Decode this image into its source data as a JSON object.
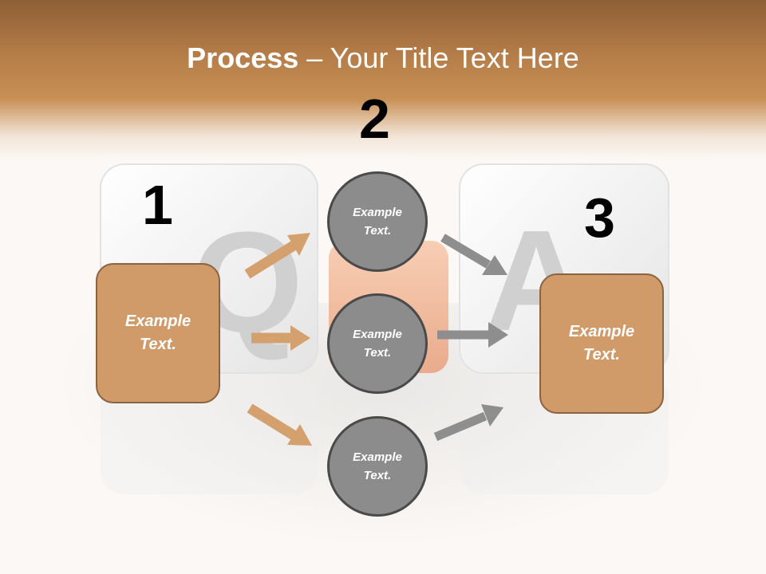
{
  "title": {
    "bold": "Process",
    "rest": " – Your Title Text Here"
  },
  "steps": [
    {
      "number": "1"
    },
    {
      "number": "2"
    },
    {
      "number": "3"
    }
  ],
  "left_box": {
    "line1": "Example",
    "line2": "Text."
  },
  "right_box": {
    "line1": "Example",
    "line2": "Text."
  },
  "circles": [
    {
      "line1": "Example",
      "line2": "Text."
    },
    {
      "line1": "Example",
      "line2": "Text."
    },
    {
      "line1": "Example",
      "line2": "Text."
    }
  ],
  "dice": {
    "left_letter": "Q",
    "right_letter": "A"
  },
  "colors": {
    "box_fill": "#d09b68",
    "circle_fill": "#8c8c8c",
    "orange_arrow": "#d4a06e",
    "gray_arrow": "#8e8e8e",
    "header": "#c88f55"
  }
}
